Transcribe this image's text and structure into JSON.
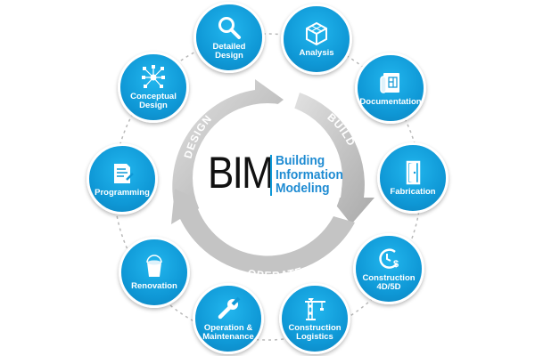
{
  "center": {
    "acronym": "BIM",
    "line1": "Building",
    "line2": "Information",
    "line3": "Modeling"
  },
  "cycle": {
    "design": "DESIGN",
    "build": "BUILD",
    "operate": "OPERATE"
  },
  "colors": {
    "node_blue": "#0f98d6",
    "ring_gray": "#bdbdbd",
    "accent_text": "#1e8bd2"
  },
  "nodes": [
    {
      "label": "Detailed Design",
      "icon": "magnifier-icon"
    },
    {
      "label": "Analysis",
      "icon": "cube-icon"
    },
    {
      "label": "Documentation",
      "icon": "blueprint-icon"
    },
    {
      "label": "Fabrication",
      "icon": "door-icon"
    },
    {
      "label": "Construction 4D/5D",
      "icon": "clock-dollar-icon"
    },
    {
      "label": "Construction Logistics",
      "icon": "crane-icon"
    },
    {
      "label": "Operation & Maintenance",
      "icon": "wrench-icon"
    },
    {
      "label": "Renovation",
      "icon": "paint-bucket-icon"
    },
    {
      "label": "Programming",
      "icon": "document-pen-icon"
    },
    {
      "label": "Conceptual Design",
      "icon": "network-icon"
    }
  ]
}
